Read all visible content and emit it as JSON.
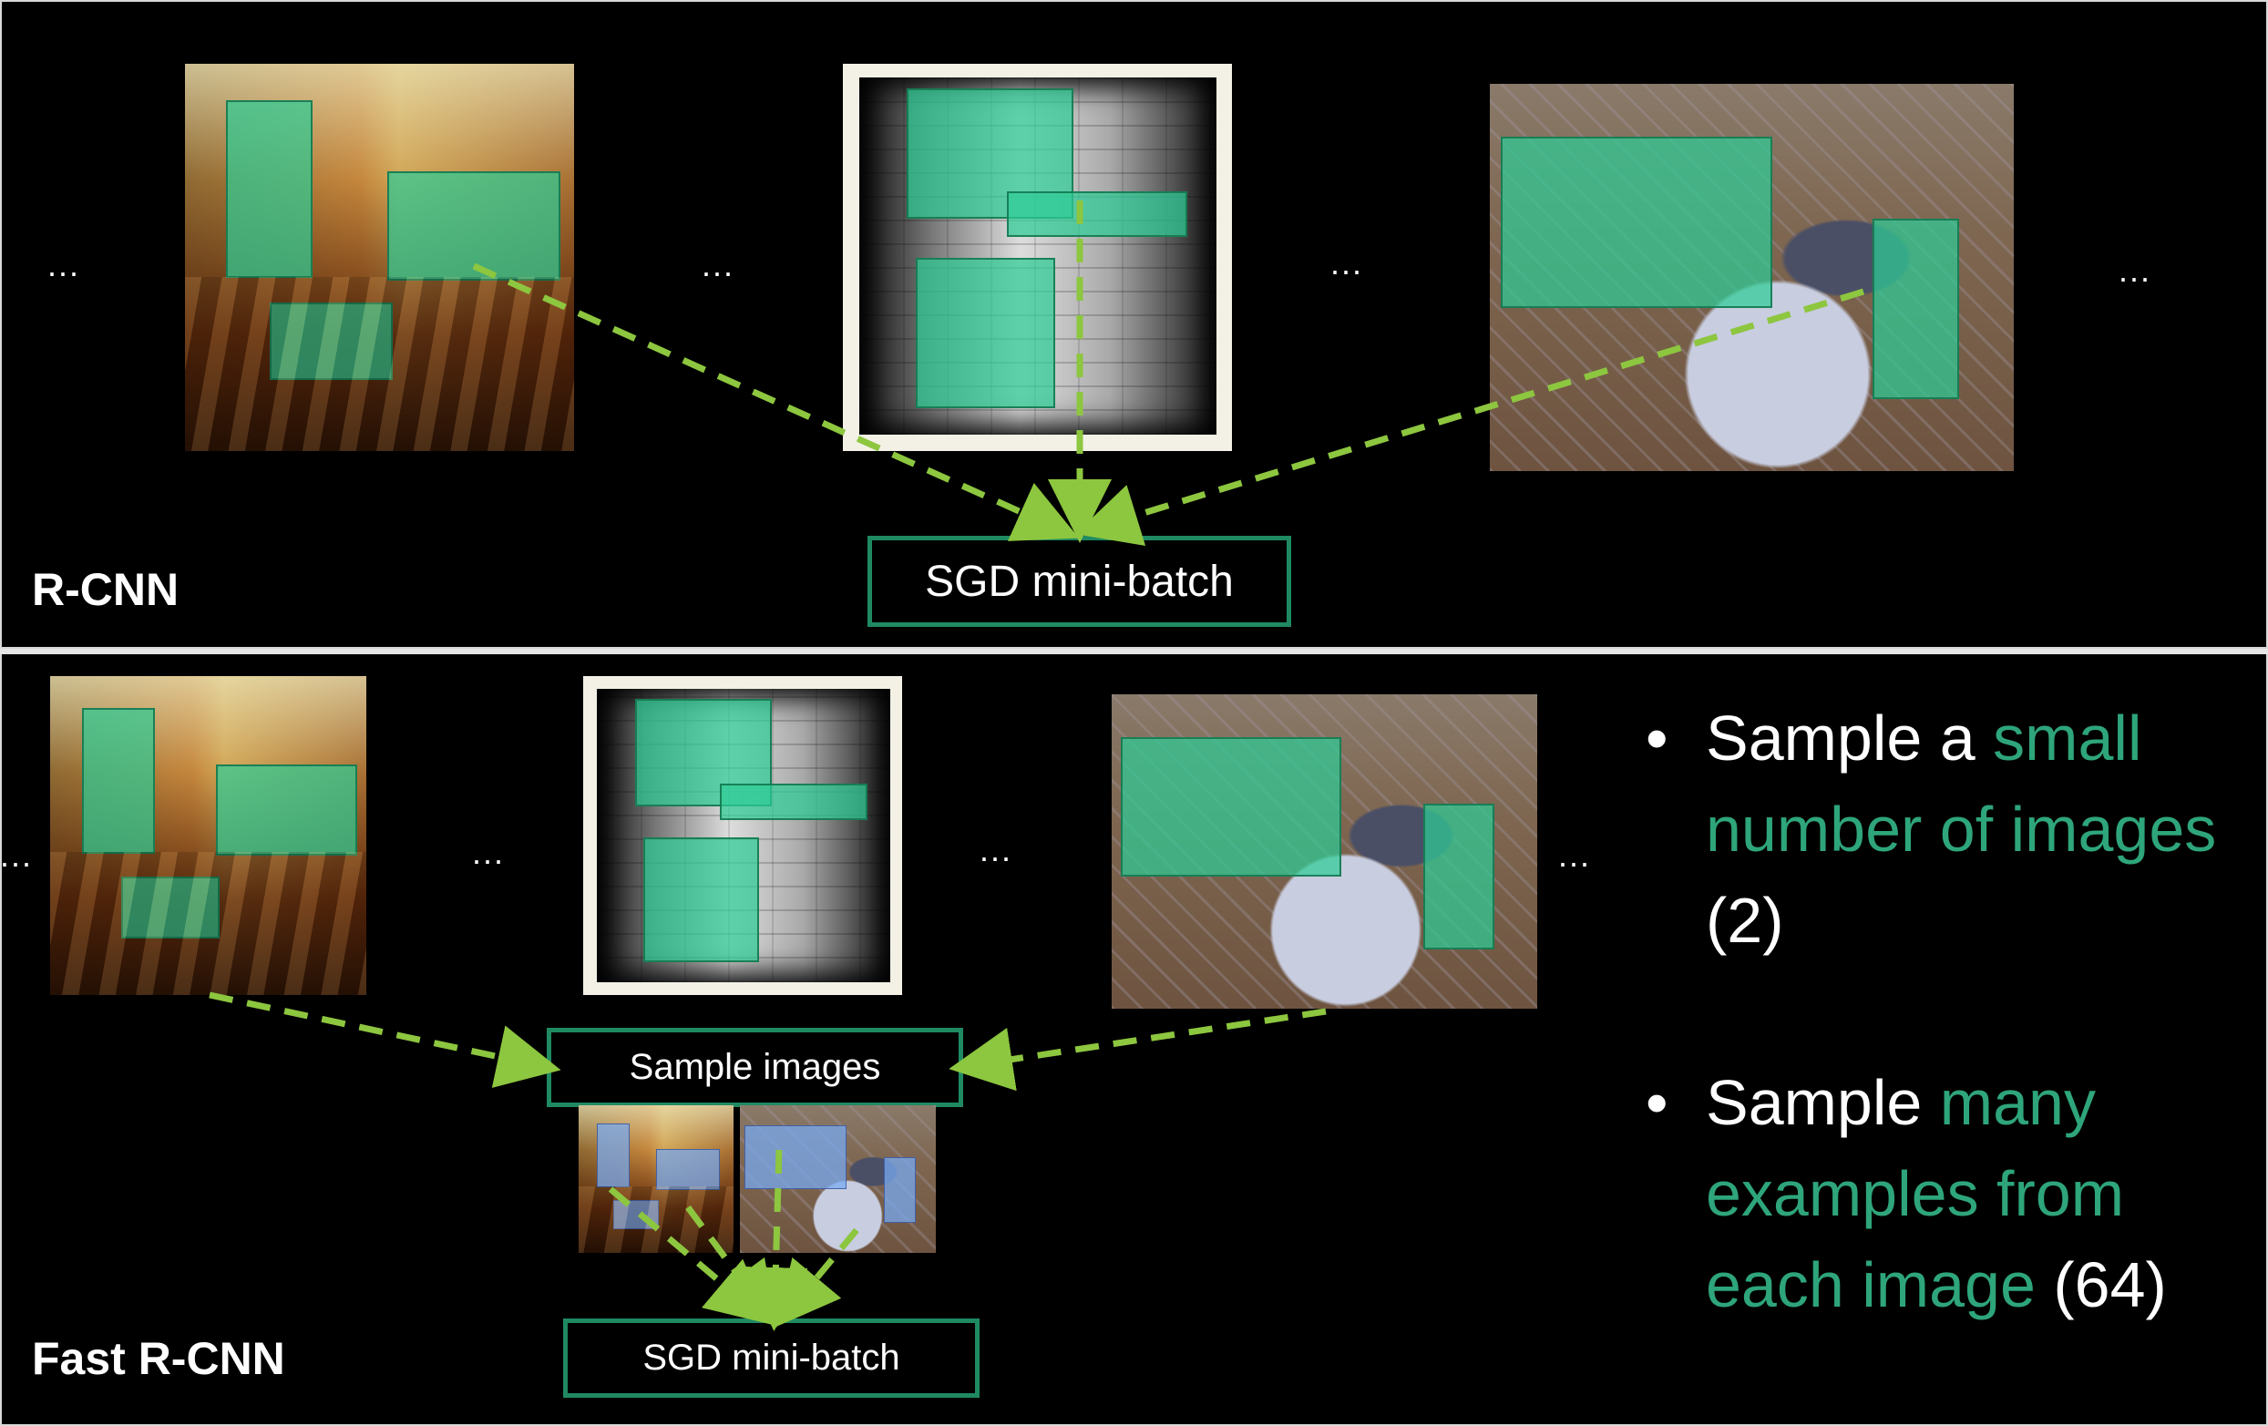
{
  "top": {
    "title": "R-CNN",
    "sgd_label": "SGD mini-batch",
    "ellipses": [
      "...",
      "...",
      "...",
      "..."
    ]
  },
  "bottom": {
    "title": "Fast R-CNN",
    "sample_label": "Sample images",
    "sgd_label": "SGD mini-batch",
    "ellipses": [
      "...",
      "...",
      "...",
      "..."
    ]
  },
  "bullets": [
    {
      "pre": "Sample a ",
      "highlight": "small number of images",
      "post": " (2)"
    },
    {
      "pre": "Sample ",
      "highlight": "many examples from each image",
      "post": " (64)"
    }
  ],
  "colors": {
    "highlight": "#2ea57a",
    "arrow": "#8dc63f",
    "roi_box": "#2ecc96",
    "label_border": "#1f8a62",
    "sampled_roi_box": "#78aaf0"
  }
}
